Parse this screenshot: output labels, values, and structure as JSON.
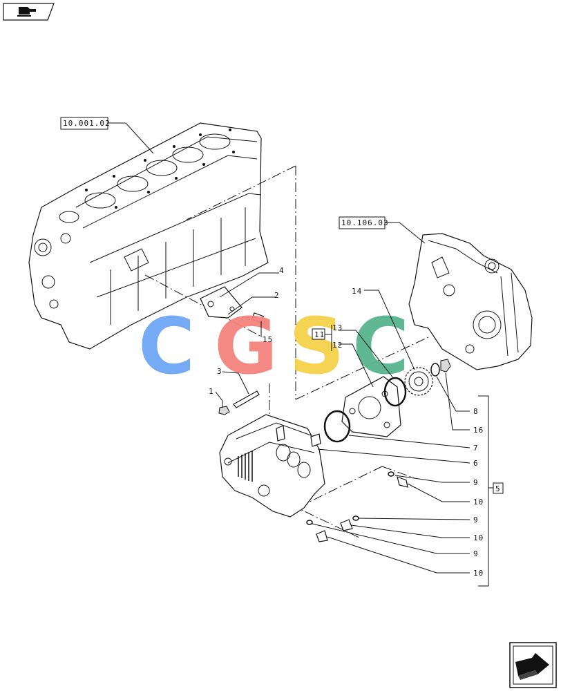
{
  "references": {
    "engine_block": "10.001.02",
    "timing_cover": "10.106.03"
  },
  "watermark": {
    "letters": [
      "C",
      "G",
      "S",
      "C"
    ],
    "colors": [
      "#6ea6f5",
      "#f3837c",
      "#f5d24a",
      "#57b58c"
    ]
  },
  "callouts": {
    "n1": "1",
    "n2": "2",
    "n3": "3",
    "n4": "4",
    "n5": "5",
    "n6": "6",
    "n7": "7",
    "n8": "8",
    "n9a": "9",
    "n9b": "9",
    "n9c": "9",
    "n10a": "10",
    "n10b": "10",
    "n10c": "10",
    "n11": "11",
    "n12": "12",
    "n13": "13",
    "n14": "14",
    "n15": "15",
    "n16": "16"
  },
  "icons": {
    "top_left": "hand-pointer-icon",
    "bottom_right": "next-page-arrow-icon"
  }
}
